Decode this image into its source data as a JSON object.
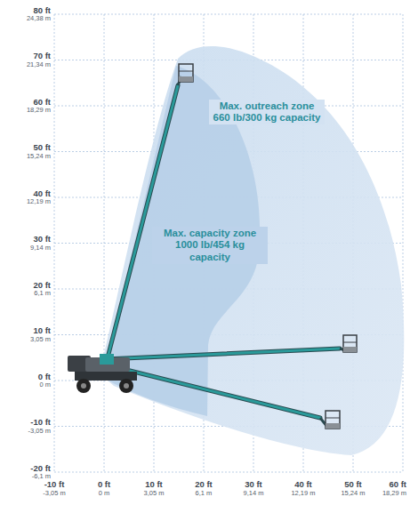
{
  "diagram": {
    "labels": [
      "80 ft",
      "24,38 m",
      "70 ft",
      "21,34 m",
      "60 ft",
      "18,29 m",
      "50 ft",
      "15,24 m",
      "40 ft",
      "12,19 m",
      "30 ft",
      "9,14 m",
      "20 ft",
      "6,1 m",
      "10 ft",
      "3,05 m",
      "0 ft",
      "0 m",
      "-10 ft",
      "-3,05 m",
      "-20 ft",
      "-6,1 m",
      "-10 ft",
      "-3,05 m",
      "0 ft",
      "0 m",
      "10 ft",
      "3,05 m",
      "20 ft",
      "6,1 m",
      "30 ft",
      "9,14 m",
      "40 ft",
      "12,19 m",
      "50 ft",
      "15,24 m",
      "60 ft",
      "18,29 m",
      "Max. outreach zone 660 lb/300 kg capacity",
      "Max. capacity zone 1000 lb/454 kg capacity"
    ]
  }
}
